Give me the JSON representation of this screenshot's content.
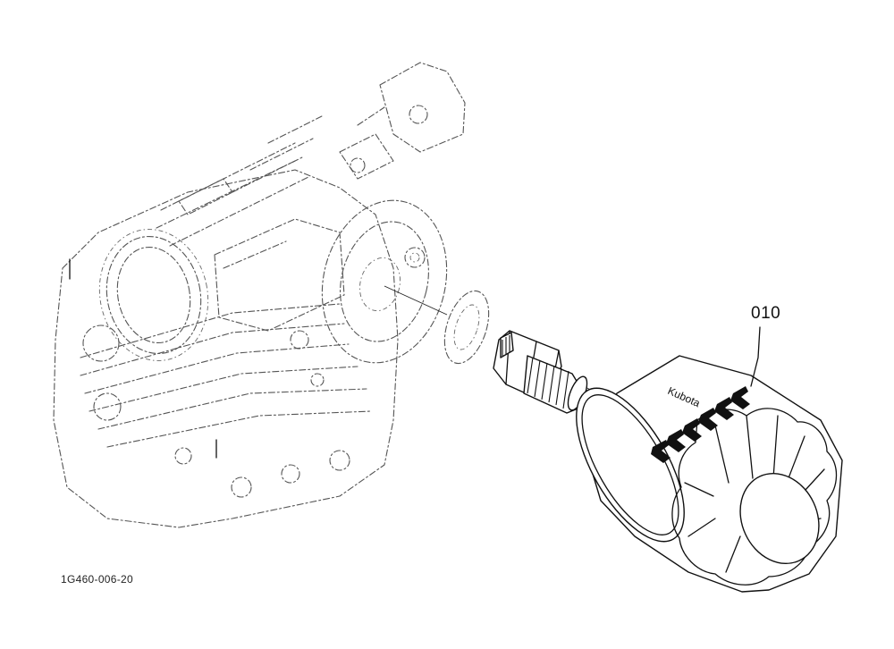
{
  "diagram": {
    "callouts": [
      {
        "part_number": "010"
      }
    ],
    "drawing_code": "1G460-006-20",
    "filter_brand_text": "Kubota",
    "colors": {
      "line": "#111111",
      "ghost_line": "#555555",
      "background": "#ffffff"
    }
  }
}
